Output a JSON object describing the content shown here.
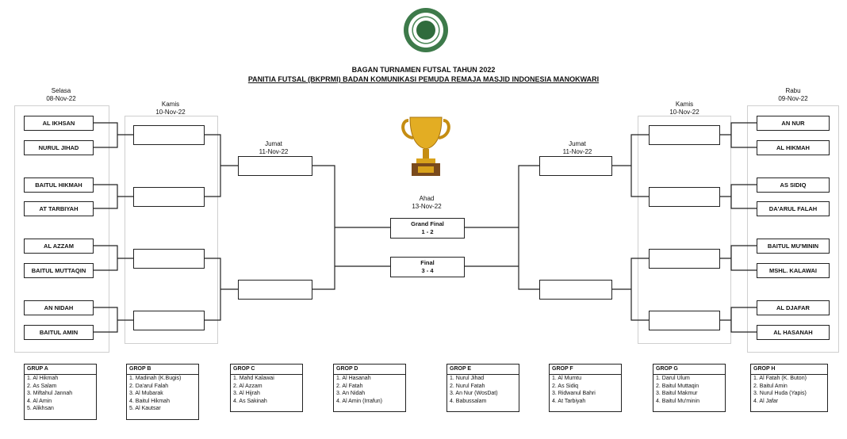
{
  "title": "BAGAN TURNAMEN FUTSAL TAHUN 2022",
  "subtitle": "PANITIA FUTSAL (BKPRMI) BADAN KOMUNIKASI PEMUDA REMAJA MASJID INDONESIA MANOKWARI",
  "days": {
    "left_r1": {
      "day": "Selasa",
      "date": "08-Nov-22"
    },
    "left_r2": {
      "day": "Kamis",
      "date": "10-Nov-22"
    },
    "left_r3": {
      "day": "Jumat",
      "date": "11-Nov-22"
    },
    "center": {
      "day": "Ahad",
      "date": "13-Nov-22"
    },
    "right_r3": {
      "day": "Jumat",
      "date": "11-Nov-22"
    },
    "right_r2": {
      "day": "Kamis",
      "date": "10-Nov-22"
    },
    "right_r1": {
      "day": "Rabu",
      "date": "09-Nov-22"
    }
  },
  "left_teams": [
    "AL IKHSAN",
    "NURUL JIHAD",
    "BAITUL HIKMAH",
    "AT TARBIYAH",
    "AL AZZAM",
    "BAITUL MUTTAQIN",
    "AN NIDAH",
    "BAITUL AMIN"
  ],
  "right_teams": [
    "AN NUR",
    "AL HIKMAH",
    "AS SIDIQ",
    "DA'ARUL FALAH",
    "BAITUL MU'MININ",
    "MSHL. KALAWAI",
    "AL DJAFAR",
    "AL HASANAH"
  ],
  "grand_final": {
    "label": "Grand Final",
    "score": "1 - 2"
  },
  "final": {
    "label": "Final",
    "score": "3 - 4"
  },
  "icons": [
    "logo-emblem",
    "trophy-icon"
  ],
  "colors": {
    "logo_green": "#3d7a4a",
    "trophy_gold": "#d9a21b",
    "trophy_base": "#7a4a1c"
  },
  "groups": [
    {
      "name": "GRUP A",
      "items": [
        "1. Al Hikmah",
        "2. As Salam",
        "3. Miftahul Jannah",
        "4. Al Amin",
        "5. Alikhsan"
      ]
    },
    {
      "name": "GROP B",
      "items": [
        "1. Madinah (K.Bugis)",
        "2. Da'arul Falah",
        "3. Al Mubarak",
        "4. Baitul Hikmah",
        "5. Al Kautsar"
      ]
    },
    {
      "name": "GROP C",
      "items": [
        "1. Mahd Kalawai",
        "2. Al Azzam",
        "3. Al Hijrah",
        "4. As Sakinah"
      ]
    },
    {
      "name": "GROP D",
      "items": [
        "1. Al Hasanah",
        "2. Al Fatah",
        "3. An Nidah",
        "4. Al Amin (Irrafun)"
      ]
    },
    {
      "name": "GROP E",
      "items": [
        "1. Nurul Jihad",
        "2. Nurul Fatah",
        "3. An Nur (WosDat)",
        "4. Babussalam"
      ]
    },
    {
      "name": "GROP F",
      "items": [
        "1. Al Mumtu",
        "2. As Sidiq",
        "3. Ridwanul Bahri",
        "4. At Tarbiyah"
      ]
    },
    {
      "name": "GROP G",
      "items": [
        "1. Darul Ulum",
        "2. Baitul Muttaqin",
        "3. Baitul Makmur",
        "4. Baitul Mu'minin"
      ]
    },
    {
      "name": "GROP H",
      "items": [
        "1. Al Fatah (K. Buton)",
        "2. Baitul Amin",
        "3. Nurul Huda (Yapis)",
        "4. Al Jafar"
      ]
    }
  ]
}
